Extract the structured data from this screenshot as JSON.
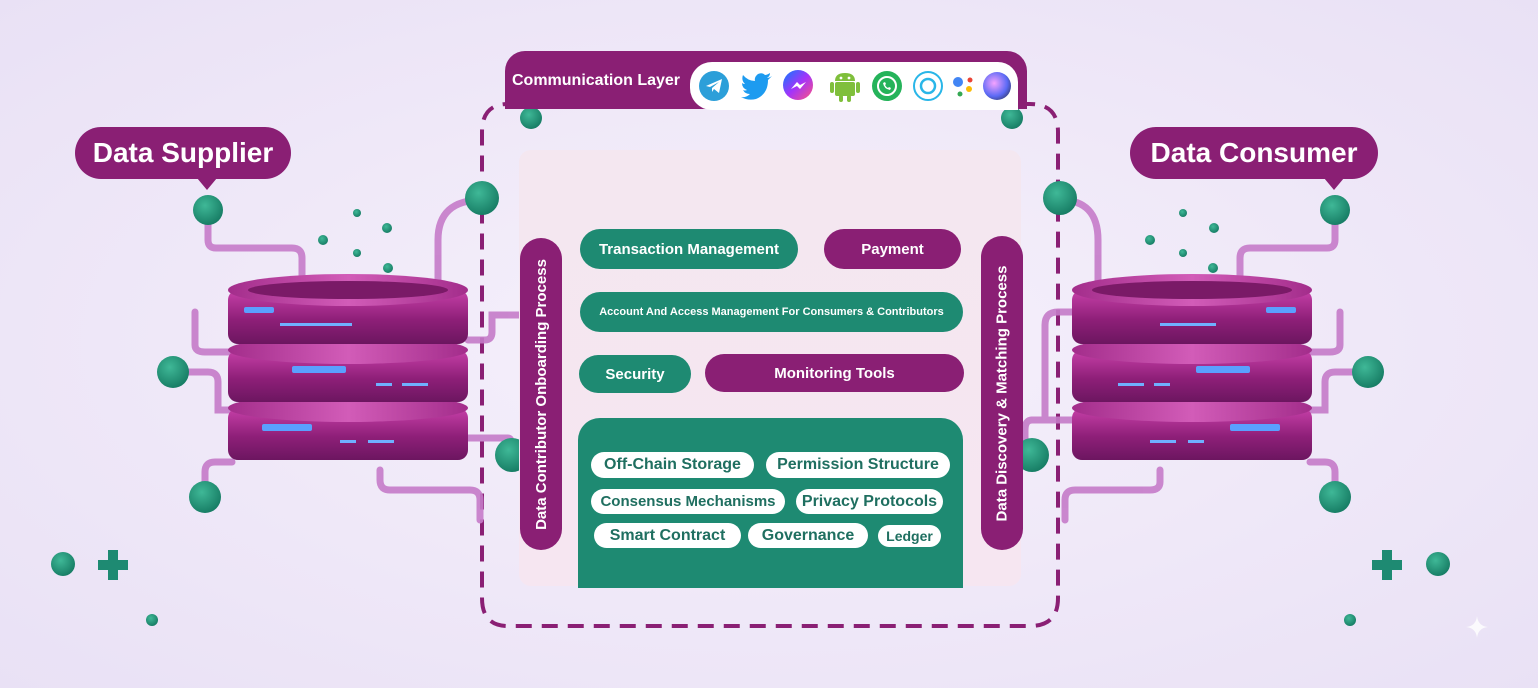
{
  "callouts": {
    "supplier": "Data Supplier",
    "consumer": "Data Consumer"
  },
  "communication": {
    "label": "Communication Layer",
    "icons": [
      "telegram-icon",
      "twitter-icon",
      "messenger-icon",
      "android-icon",
      "whatsapp-icon",
      "alexa-icon",
      "google-assistant-icon",
      "siri-icon"
    ]
  },
  "side_labels": {
    "left": "Data Contributor Onboarding Process",
    "right": "Data Discovery & Matching Process"
  },
  "modules": {
    "transaction": "Transaction Management",
    "payment": "Payment",
    "account": "Account And Access Management For Consumers & Contributors",
    "security": "Security",
    "monitoring": "Monitoring Tools"
  },
  "blockchain": {
    "items": [
      "Off-Chain Storage",
      "Permission Structure",
      "Consensus Mechanisms",
      "Privacy Protocols",
      "Smart Contract",
      "Governance",
      "Ledger"
    ]
  },
  "colors": {
    "purple": "#8a1f74",
    "green": "#1e8a72",
    "background": "#efe8f8",
    "panel": "#f6e6f1"
  }
}
